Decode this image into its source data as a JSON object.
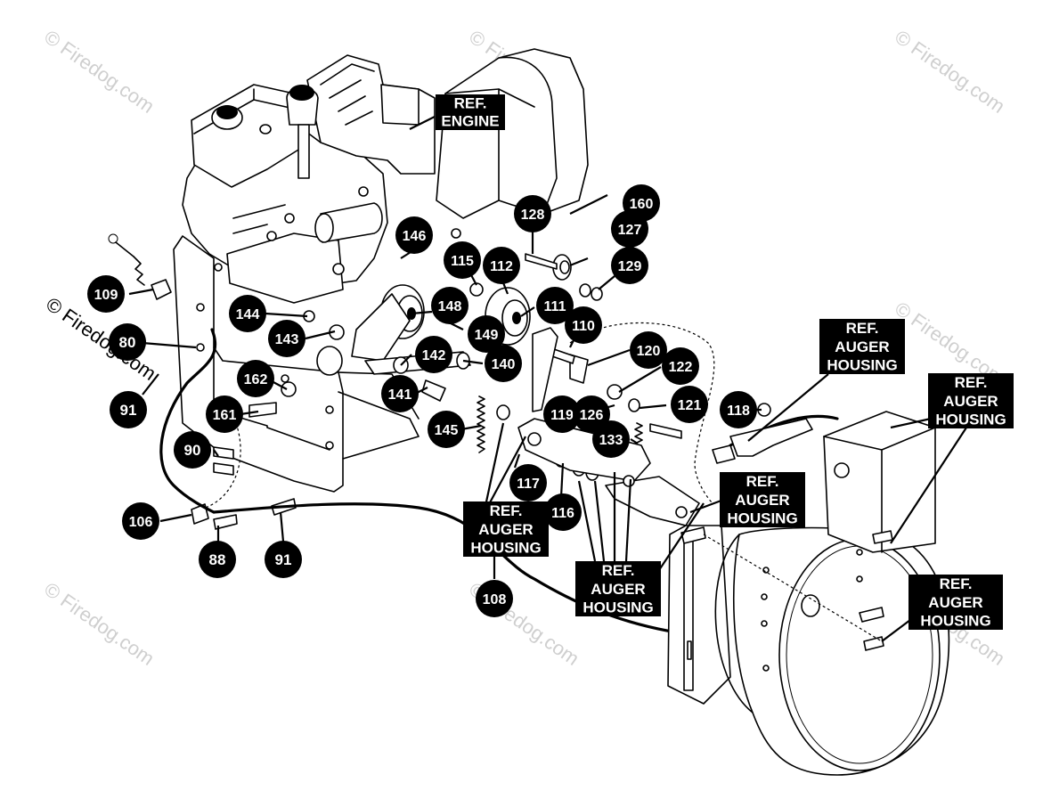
{
  "watermark": "© Firedog.com",
  "callouts": [
    {
      "id": "c128",
      "label": "128"
    },
    {
      "id": "c160",
      "label": "160"
    },
    {
      "id": "c127",
      "label": "127"
    },
    {
      "id": "c146",
      "label": "146"
    },
    {
      "id": "c115",
      "label": "115"
    },
    {
      "id": "c112",
      "label": "112"
    },
    {
      "id": "c129",
      "label": "129"
    },
    {
      "id": "c109",
      "label": "109"
    },
    {
      "id": "c148",
      "label": "148"
    },
    {
      "id": "c111",
      "label": "111"
    },
    {
      "id": "c144",
      "label": "144"
    },
    {
      "id": "c149",
      "label": "149"
    },
    {
      "id": "c110",
      "label": "110"
    },
    {
      "id": "c80",
      "label": "80"
    },
    {
      "id": "c143",
      "label": "143"
    },
    {
      "id": "c142",
      "label": "142"
    },
    {
      "id": "c120",
      "label": "120"
    },
    {
      "id": "c140",
      "label": "140"
    },
    {
      "id": "c122",
      "label": "122"
    },
    {
      "id": "c162",
      "label": "162"
    },
    {
      "id": "c141",
      "label": "141"
    },
    {
      "id": "c121",
      "label": "121"
    },
    {
      "id": "c118",
      "label": "118"
    },
    {
      "id": "c91a",
      "label": "91"
    },
    {
      "id": "c161",
      "label": "161"
    },
    {
      "id": "c119",
      "label": "119"
    },
    {
      "id": "c126",
      "label": "126"
    },
    {
      "id": "c145",
      "label": "145"
    },
    {
      "id": "c133",
      "label": "133"
    },
    {
      "id": "c90",
      "label": "90"
    },
    {
      "id": "c117",
      "label": "117"
    },
    {
      "id": "c106",
      "label": "106"
    },
    {
      "id": "c116",
      "label": "116"
    },
    {
      "id": "c88",
      "label": "88"
    },
    {
      "id": "c91b",
      "label": "91"
    },
    {
      "id": "c108",
      "label": "108"
    }
  ],
  "ref_labels": [
    {
      "id": "r-engine",
      "lines": [
        "REF.",
        "ENGINE"
      ]
    },
    {
      "id": "r-ah1",
      "lines": [
        "REF.",
        "AUGER",
        "HOUSING"
      ]
    },
    {
      "id": "r-ah2",
      "lines": [
        "REF.",
        "AUGER",
        "HOUSING"
      ]
    },
    {
      "id": "r-ah3",
      "lines": [
        "REF.",
        "AUGER",
        "HOUSING"
      ]
    },
    {
      "id": "r-ah4",
      "lines": [
        "REF.",
        "AUGER",
        "HOUSING"
      ]
    },
    {
      "id": "r-ah5",
      "lines": [
        "REF.",
        "AUGER",
        "HOUSING"
      ]
    },
    {
      "id": "r-ah6",
      "lines": [
        "REF.",
        "AUGER",
        "HOUSING"
      ]
    }
  ]
}
